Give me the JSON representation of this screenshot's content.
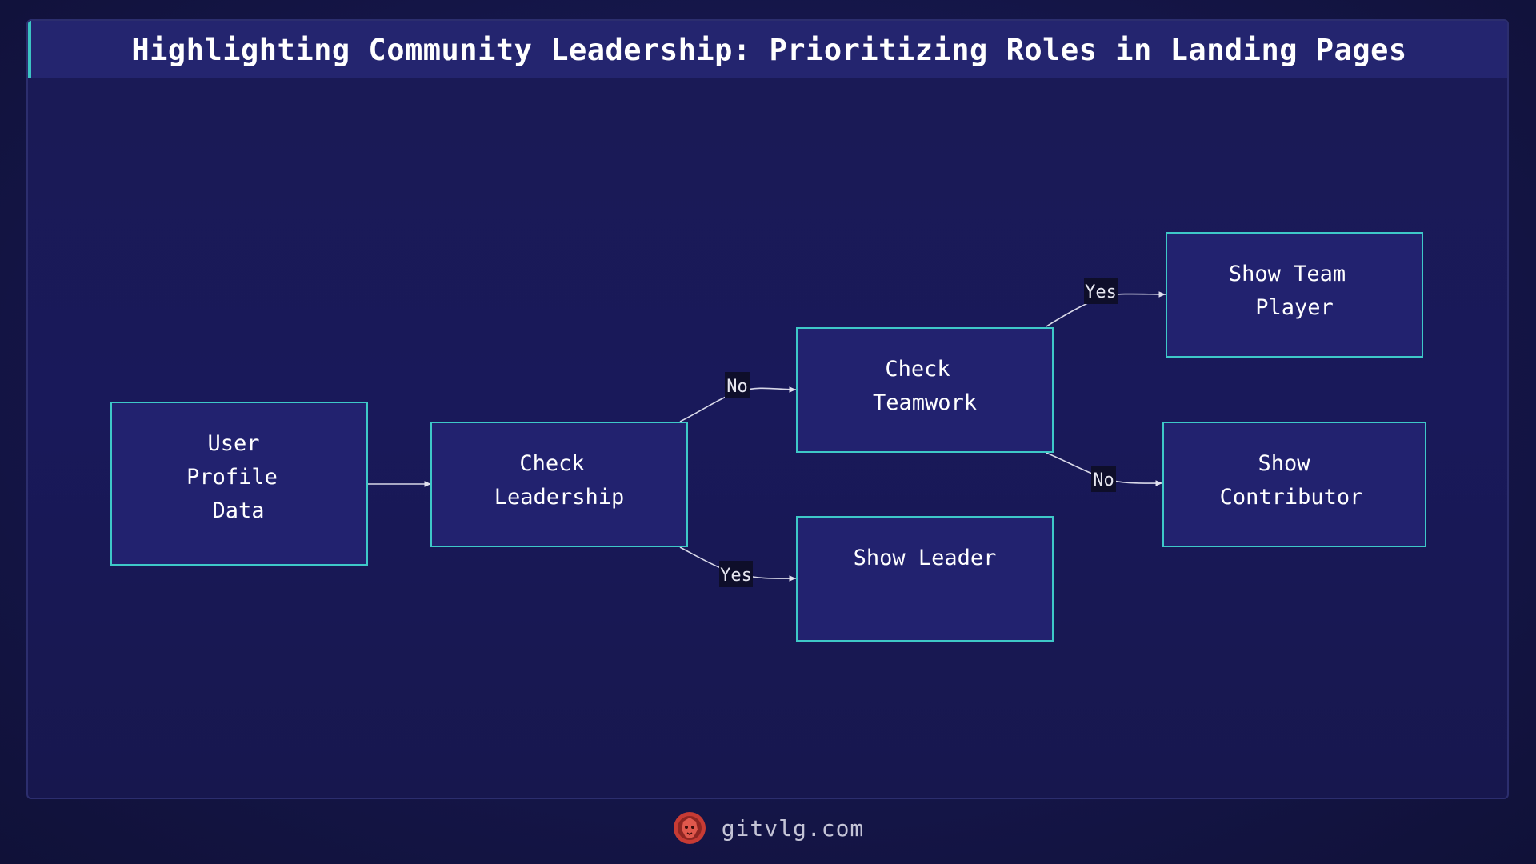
{
  "title": "Highlighting Community Leadership: Prioritizing Roles in Landing Pages",
  "nodes": {
    "user_profile": [
      "User",
      "Profile",
      "Data"
    ],
    "check_leadership": [
      "Check",
      "Leadership"
    ],
    "check_teamwork": [
      "Check",
      "Teamwork"
    ],
    "show_leader": [
      "Show Leader"
    ],
    "show_team_player": [
      "Show Team",
      "Player"
    ],
    "show_contributor": [
      "Show",
      "Contributor"
    ]
  },
  "edges": [
    {
      "from": "user_profile",
      "to": "check_leadership",
      "label": ""
    },
    {
      "from": "check_leadership",
      "to": "check_teamwork",
      "label": "No"
    },
    {
      "from": "check_leadership",
      "to": "show_leader",
      "label": "Yes"
    },
    {
      "from": "check_teamwork",
      "to": "show_team_player",
      "label": "Yes"
    },
    {
      "from": "check_teamwork",
      "to": "show_contributor",
      "label": "No"
    }
  ],
  "footer": {
    "site": "gitvlg.com",
    "logo_icon": "lion-head-icon"
  },
  "colors": {
    "background": "#12133d",
    "node_fill": "#22226f",
    "node_border": "#3ec8c8",
    "title_bar": "#24256f",
    "accent": "#3cc4c4",
    "logo": "#d9453a"
  }
}
